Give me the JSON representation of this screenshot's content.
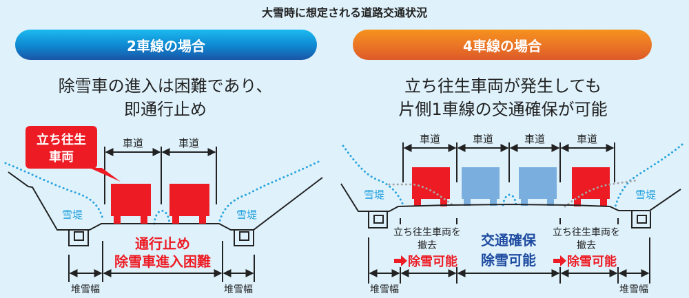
{
  "title": "大雪時に想定される道路交通状況",
  "left": {
    "header": "2車線の場合",
    "description": [
      "除雪車の進入は困難であり、",
      "即通行止め"
    ],
    "callout": [
      "立ち往生",
      "車両"
    ],
    "lane_label": "車道",
    "bank_label": "雪堤",
    "status": [
      "通行止め",
      "除雪車進入困難"
    ],
    "width_label": "堆雪幅"
  },
  "right": {
    "header": "4車線の場合",
    "description": [
      "立ち往生車両が発生しても",
      "片側1車線の交通確保が可能"
    ],
    "lane_label": "車道",
    "bank_label": "雪堤",
    "side_note": [
      "立ち往生車両を",
      "撤去",
      "除雪可能"
    ],
    "center_status": [
      "交通確保",
      "除雪可能"
    ],
    "width_label": "堆雪幅"
  },
  "colors": {
    "red": "#ed1c24",
    "blue_car": "#7aaede",
    "snow_blue": "#29a3dd",
    "navy": "#1e4ba0"
  }
}
